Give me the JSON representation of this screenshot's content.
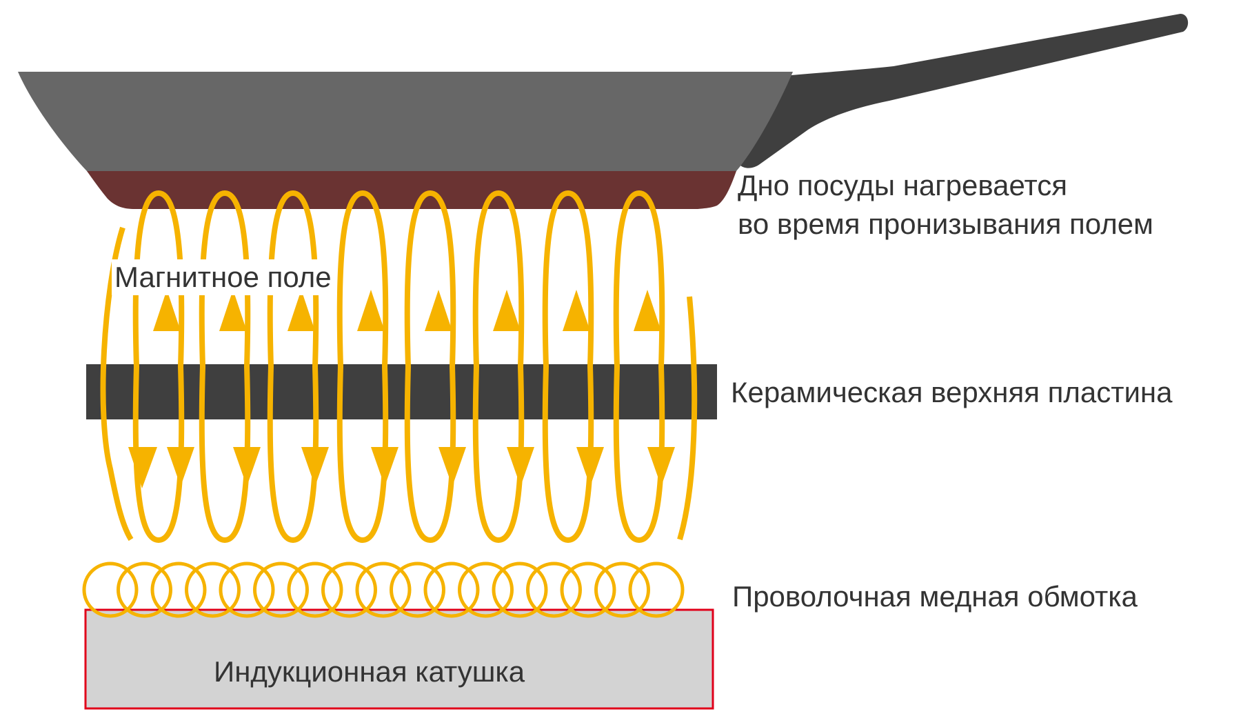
{
  "labels": {
    "pan_bottom_line1": "Дно посуды нагревается",
    "pan_bottom_line2": "во время пронизывания полем",
    "magnetic_field": "Магнитное поле",
    "ceramic_plate": "Керамическая верхняя пластина",
    "copper_winding": "Проволочная медная обмотка",
    "induction_coil": "Индукционная катушка"
  },
  "colors": {
    "pan_body": "#676767",
    "pan_handle": "#3f3f3f",
    "pan_bottom": "#6a3332",
    "field_lines": "#f6b300",
    "ceramic_plate": "#3f3f3f",
    "coil_fill": "#d3d3d3",
    "coil_border": "#e0001a",
    "text": "#333333"
  }
}
